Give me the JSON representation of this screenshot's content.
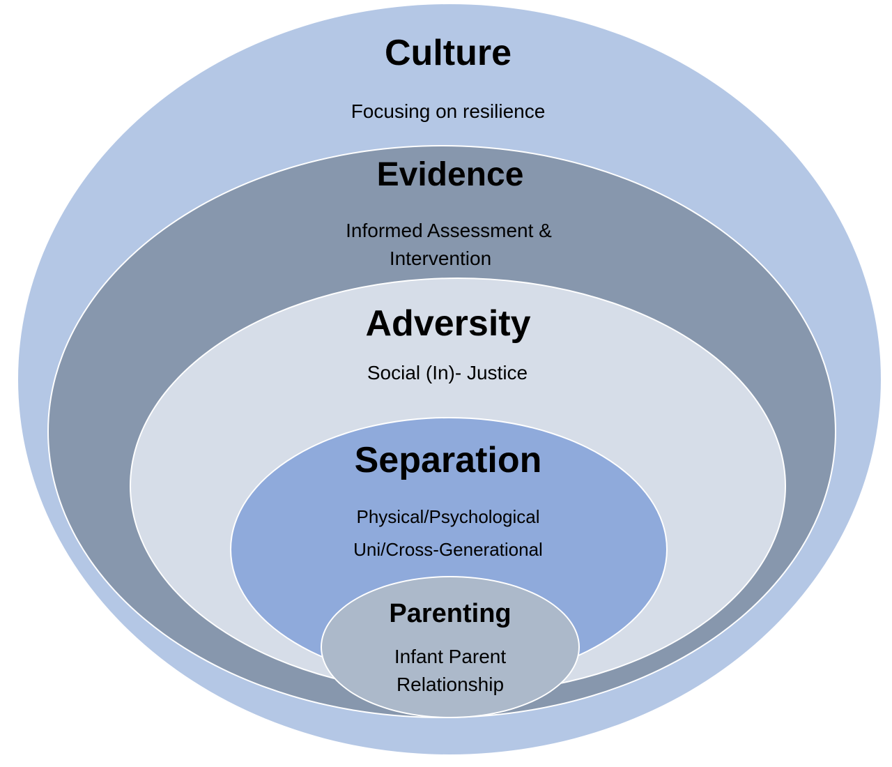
{
  "diagram": {
    "type": "nested-ellipses",
    "colors": {
      "culture": "#b4c7e5",
      "evidence": "#8797ad",
      "adversity": "#d6dde8",
      "separation": "#8faadb",
      "parenting": "#acb9ca",
      "border": "#ffffff",
      "text": "#000000"
    },
    "layers": {
      "culture": {
        "title": "Culture",
        "subtitle": "Focusing on resilience"
      },
      "evidence": {
        "title": "Evidence",
        "subtitle_line1": "Informed Assessment &",
        "subtitle_line2": "Intervention"
      },
      "adversity": {
        "title": "Adversity",
        "subtitle": "Social (In)- Justice"
      },
      "separation": {
        "title": "Separation",
        "subtitle_line1": "Physical/Psychological",
        "subtitle_line2": "Uni/Cross-Generational"
      },
      "parenting": {
        "title": "Parenting",
        "subtitle_line1": "Infant Parent",
        "subtitle_line2": "Relationship"
      }
    }
  }
}
